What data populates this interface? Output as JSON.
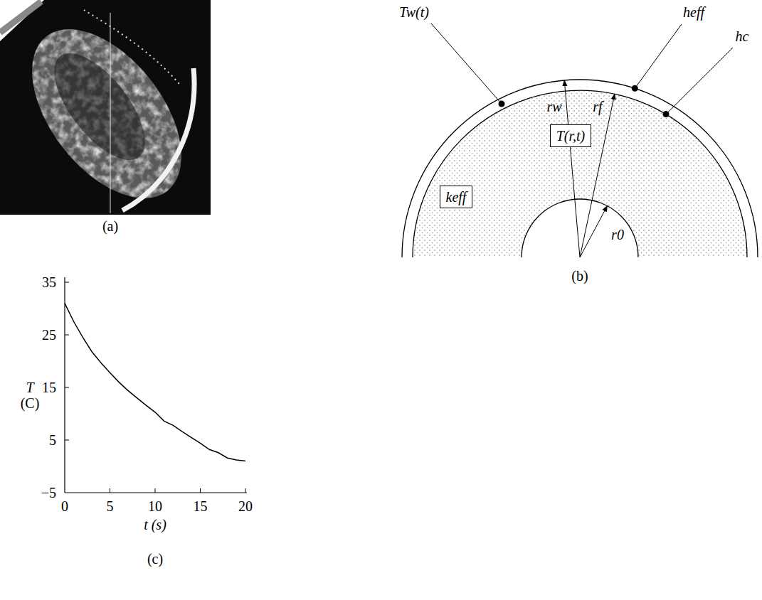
{
  "diagram": {
    "nodes": [
      {
        "text": [
          "T(r,t)"
        ]
      },
      {
        "text": [
          "keff"
        ]
      }
    ],
    "labels": [
      "(a)",
      "(b)",
      "(c)",
      "Tw(t)",
      "heff",
      "hc",
      "rw",
      "rf",
      "r0",
      "35",
      "25",
      "15",
      "5",
      "−5",
      "0",
      "5",
      "10",
      "15",
      "20",
      "t (s)",
      "T",
      "(C)"
    ]
  }
}
